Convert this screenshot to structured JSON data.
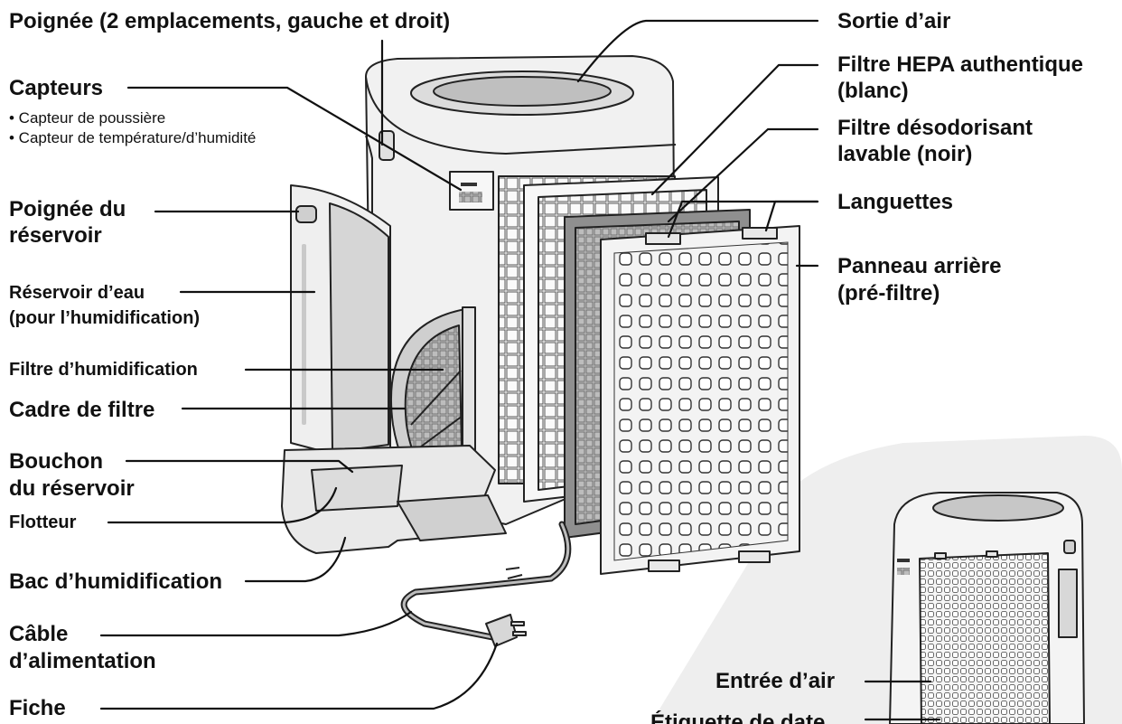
{
  "labels": {
    "handle": "Poignée (2 emplacements, gauche et droit)",
    "sensors": "Capteurs",
    "sensor_dust": "• Capteur de poussière",
    "sensor_temp": "• Capteur de température/d’humidité",
    "tank_handle_1": "Poignée du",
    "tank_handle_2": "réservoir",
    "water_tank_1": "Réservoir d’eau",
    "water_tank_2": "(pour l’humidification)",
    "humid_filter": "Filtre d’humidification",
    "filter_frame": "Cadre de filtre",
    "tank_cap_1": "Bouchon",
    "tank_cap_2": "du réservoir",
    "float": "Flotteur",
    "humid_tray": "Bac d’humidification",
    "cable_1": "Câble",
    "cable_2": "d’alimentation",
    "plug": "Fiche",
    "air_outlet": "Sortie d’air",
    "hepa_1": "Filtre HEPA authentique",
    "hepa_2": "(blanc)",
    "deodor_1": "Filtre désodorisant",
    "deodor_2": "lavable (noir)",
    "tabs": "Languettes",
    "back_panel_1": "Panneau arrière",
    "back_panel_2": "(pré-filtre)",
    "air_inlet": "Entrée d’air",
    "date_label": "Étiquette de date"
  },
  "colors": {
    "line": "#111111",
    "body": "#f2f2f2",
    "shade": "#c8c8c8",
    "panel": "#e6e6e6",
    "inset_bg": "#eeeeee"
  }
}
